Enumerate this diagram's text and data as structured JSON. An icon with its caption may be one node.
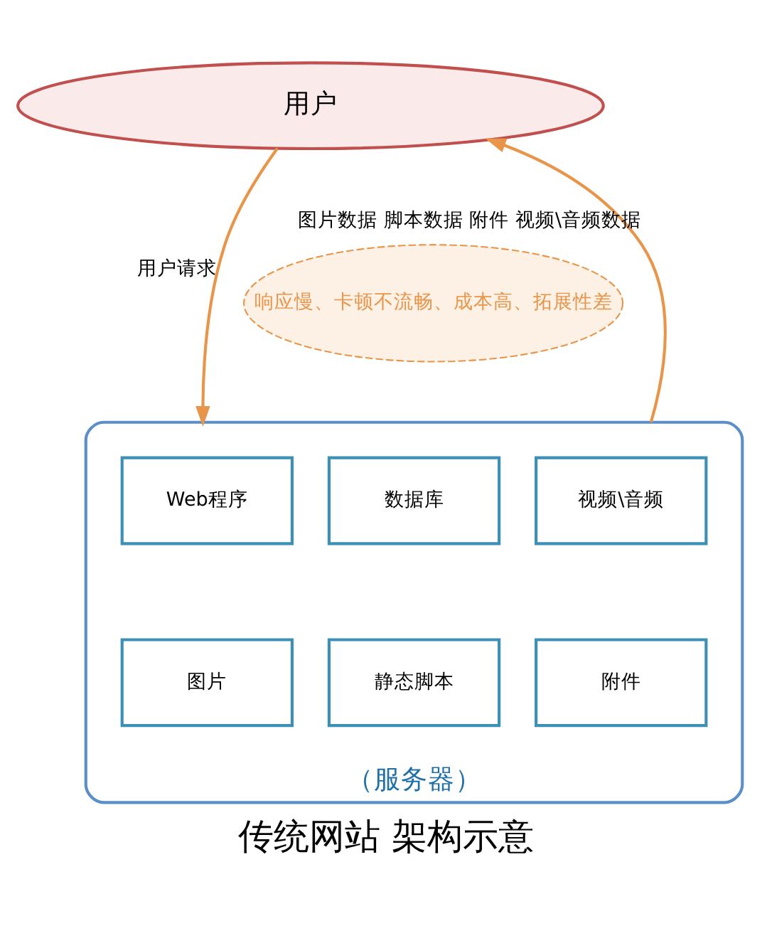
{
  "diagram": {
    "caption": "传统网站 架构示意",
    "nodes": [
      {
        "text": [
          "用户"
        ]
      },
      {
        "text": [
          "响应慢、卡顿不流畅、成本高、拓展性差"
        ]
      },
      {
        "text": [
          "（服务器）"
        ]
      },
      {
        "text": [
          "Web程序"
        ],
        "in": 2
      },
      {
        "text": [
          "数据库"
        ],
        "in": 2
      },
      {
        "text": [
          "视频\\音频"
        ],
        "in": 2
      },
      {
        "text": [
          "图片"
        ],
        "in": 2
      },
      {
        "text": [
          "静态脚本"
        ],
        "in": 2
      },
      {
        "text": [
          "附件"
        ],
        "in": 2
      }
    ],
    "edges": [
      {
        "from": 0,
        "to": 2,
        "arrow": "to",
        "label": "用户请求",
        "color": "#e8954a"
      },
      {
        "from": 2,
        "to": 0,
        "arrow": "to",
        "label": "图片数据 脚本数据 附件 视频\\音频数据",
        "color": "#e8954a"
      }
    ]
  }
}
